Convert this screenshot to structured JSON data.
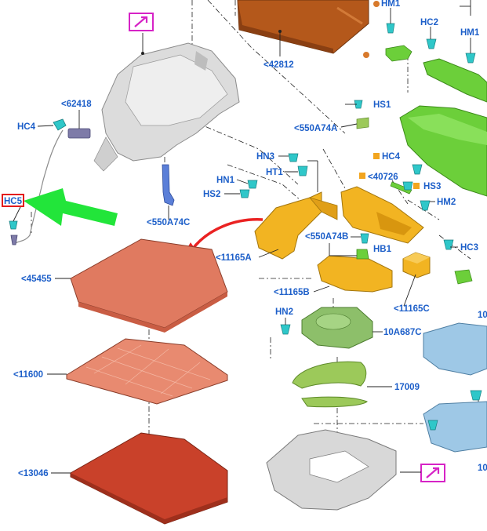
{
  "diagram": {
    "colors": {
      "label": "#1d5fc9",
      "carpet_tan": "#e07a60",
      "carpet_dark": "#c9412a",
      "trim_gray": "#dcdcdc",
      "orange_part": "#f2b422",
      "green_part": "#6ccf3a",
      "teal_clip": "#2fc7c9",
      "blue_part": "#9ec8e6",
      "cargo_brown": "#b4581b",
      "arrow_red": "#ea2222",
      "arrow_green": "#22e53a",
      "highlight_magenta": "#d623c6",
      "highlight_red": "#e31b1b"
    },
    "labels": {
      "hm1_top": "HM1",
      "hc2": "HC2",
      "hm1_right": "HM1",
      "p42812": "<42812",
      "p62418": "<62418",
      "hc4_left": "HC4",
      "hs1": "HS1",
      "p550a74a": "<550A74A",
      "hc4_right": "HC4",
      "p40726": "<40726",
      "hn3": "HN3",
      "ht1": "HT1",
      "hs3": "HS3",
      "hn1": "HN1",
      "hs2": "HS2",
      "hc5": "HC5",
      "hm2": "HM2",
      "p550a74c": "<550A74C",
      "p550a74b": "<550A74B",
      "hb1": "HB1",
      "hc3": "HC3",
      "p11165a": "<11165A",
      "p45455": "<45455",
      "p11165b": "<11165B",
      "p11165c": "<11165C",
      "hn2": "HN2",
      "p10a687c": "10A687C",
      "p11600": "<11600",
      "p17009": "17009",
      "p13046": "<13046",
      "cut_10_a": "10",
      "cut_10_b": "10"
    },
    "icons": {
      "top_link": "zoom-arrow-icon",
      "bottom_link": "zoom-arrow-icon"
    }
  }
}
